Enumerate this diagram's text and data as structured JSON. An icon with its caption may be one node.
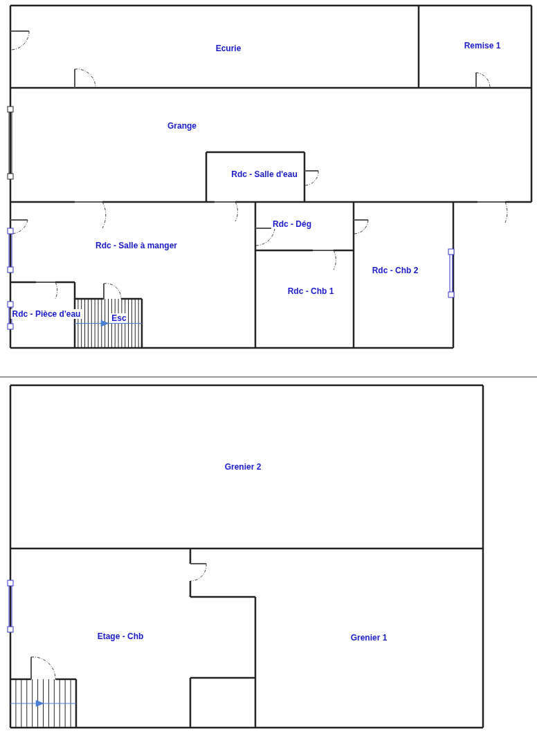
{
  "diagram": {
    "labels": [
      "Ecurie",
      "Remise 1",
      "Grange",
      "Rdc - Salle d'eau",
      "Rdc - Dég",
      "Rdc - Salle à manger",
      "Rdc - Chb 2",
      "Rdc - Chb 1",
      "Rdc - Pièce d'eau",
      "Esc",
      "Grenier 2",
      "Etage - Chb",
      "Grenier 1"
    ]
  }
}
